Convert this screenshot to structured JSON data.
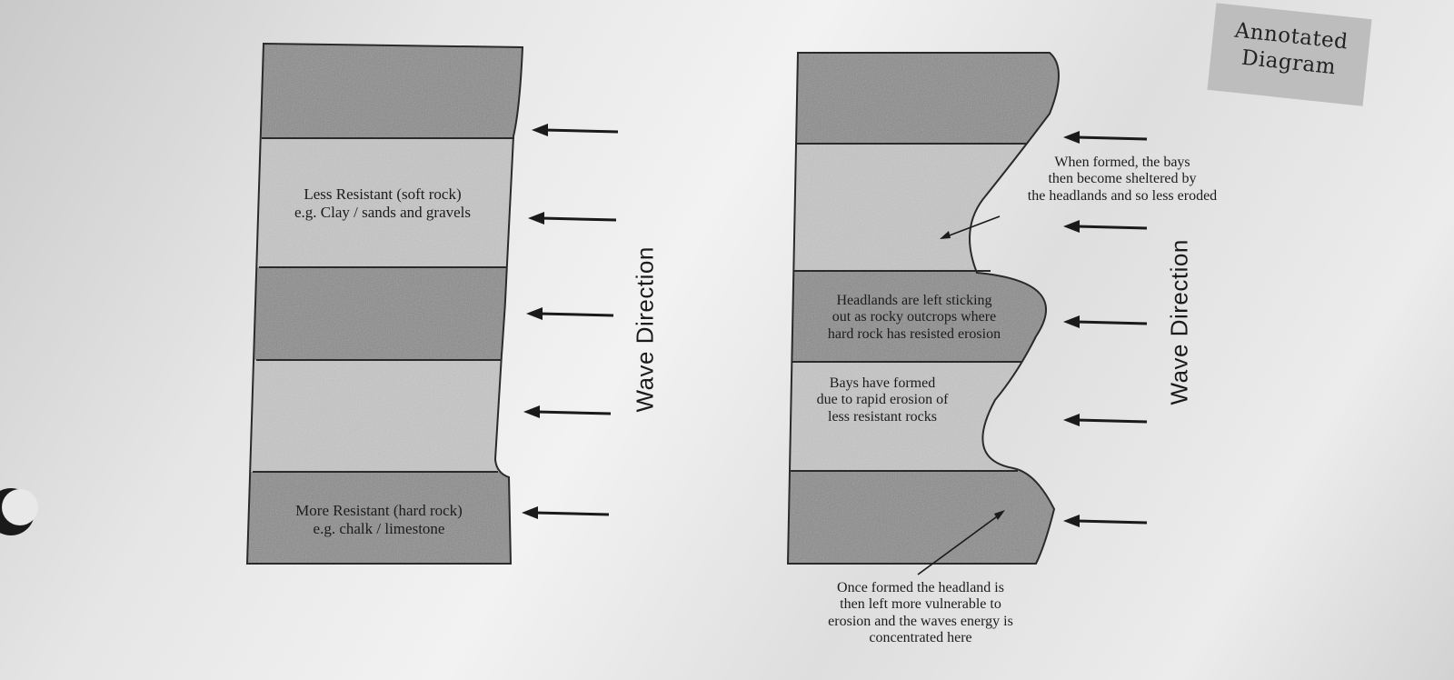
{
  "title": "Annotated\nDiagram",
  "left_panel": {
    "soft_rock_label": "Less Resistant (soft rock)\ne.g. Clay / sands and gravels",
    "hard_rock_label": "More Resistant (hard rock)\ne.g. chalk / limestone",
    "wave_direction": "Wave Direction"
  },
  "right_panel": {
    "sheltered_bays": "When formed, the bays\nthen become sheltered by\nthe headlands and so less eroded",
    "headlands": "Headlands are left sticking\nout as rocky outcrops where\nhard rock has resisted erosion",
    "bays_formed": "Bays have formed\ndue to rapid erosion of\nless resistant rocks",
    "vulnerable_headland": "Once formed the headland is\nthen left more vulnerable to\nerosion and the waves energy is\nconcentrated here",
    "wave_direction": "Wave Direction"
  },
  "colors": {
    "hard_rock": "#8a8a8a",
    "soft_rock": "#c6c6c6",
    "outline": "#2a2a2a"
  }
}
